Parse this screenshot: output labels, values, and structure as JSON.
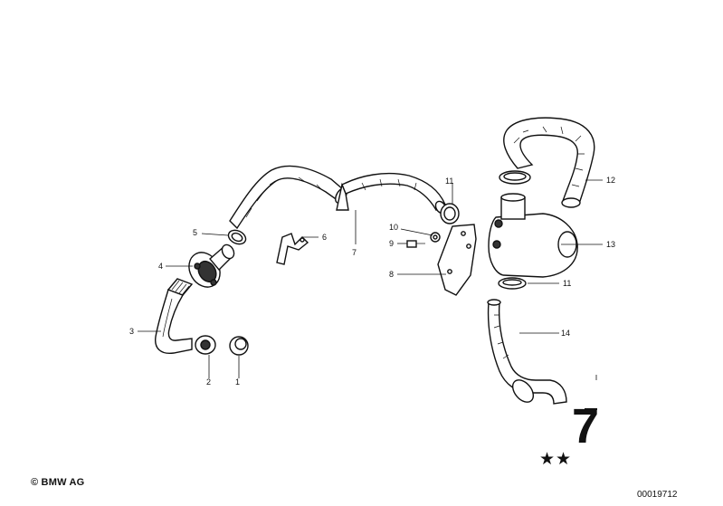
{
  "diagram": {
    "callouts": [
      {
        "id": "1",
        "label": "1"
      },
      {
        "id": "2",
        "label": "2"
      },
      {
        "id": "3",
        "label": "3"
      },
      {
        "id": "4",
        "label": "4"
      },
      {
        "id": "5",
        "label": "5"
      },
      {
        "id": "6",
        "label": "6"
      },
      {
        "id": "7",
        "label": "7"
      },
      {
        "id": "8",
        "label": "8"
      },
      {
        "id": "9",
        "label": "9"
      },
      {
        "id": "10",
        "label": "10"
      },
      {
        "id": "11a",
        "label": "11"
      },
      {
        "id": "11b",
        "label": "11"
      },
      {
        "id": "12",
        "label": "12"
      },
      {
        "id": "13",
        "label": "13"
      },
      {
        "id": "14",
        "label": "14"
      }
    ],
    "group_number": "7",
    "stars": "★★",
    "copyright": "© BMW AG",
    "image_id": "00019712"
  },
  "colors": {
    "ink": "#111111",
    "background": "#ffffff"
  }
}
